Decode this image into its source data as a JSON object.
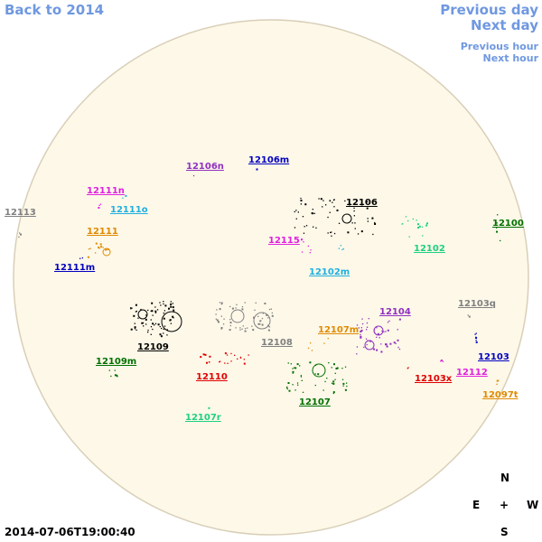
{
  "nav": {
    "back": "Back to 2014",
    "prev_day": "Previous day",
    "next_day": "Next day",
    "prev_hour": "Previous hour",
    "next_hour": "Next hour"
  },
  "timestamp": "2014-07-06T19:00:40",
  "compass": {
    "n": "N",
    "e": "E",
    "center": "+",
    "w": "W",
    "s": "S"
  },
  "colors": {
    "disk_fill": "#fdf8e8",
    "disk_stroke": "#d9cfb8",
    "nav": "#6f98e0"
  },
  "regions": [
    {
      "id": "12113",
      "color": "#808080"
    },
    {
      "id": "12111n",
      "color": "#e020e0"
    },
    {
      "id": "12111o",
      "color": "#20b0e0"
    },
    {
      "id": "12111",
      "color": "#e08a00"
    },
    {
      "id": "12111m",
      "color": "#0000c0"
    },
    {
      "id": "12106n",
      "color": "#9030c0"
    },
    {
      "id": "12106m",
      "color": "#0000c0"
    },
    {
      "id": "12106",
      "color": "#000000"
    },
    {
      "id": "12115",
      "color": "#e020e0"
    },
    {
      "id": "12102m",
      "color": "#20b0e0"
    },
    {
      "id": "12102",
      "color": "#20d080"
    },
    {
      "id": "12100",
      "color": "#007000"
    },
    {
      "id": "12104",
      "color": "#9030c0"
    },
    {
      "id": "12103q",
      "color": "#808080"
    },
    {
      "id": "12107m",
      "color": "#e08a00"
    },
    {
      "id": "12103",
      "color": "#0000c0"
    },
    {
      "id": "12112",
      "color": "#e020e0"
    },
    {
      "id": "12103x",
      "color": "#e00000"
    },
    {
      "id": "12097t",
      "color": "#e08a00"
    },
    {
      "id": "12109",
      "color": "#000000"
    },
    {
      "id": "12108",
      "color": "#808080"
    },
    {
      "id": "12109m",
      "color": "#007000"
    },
    {
      "id": "12110",
      "color": "#e00000"
    },
    {
      "id": "12107",
      "color": "#007000"
    },
    {
      "id": "12107r",
      "color": "#20d080"
    }
  ]
}
